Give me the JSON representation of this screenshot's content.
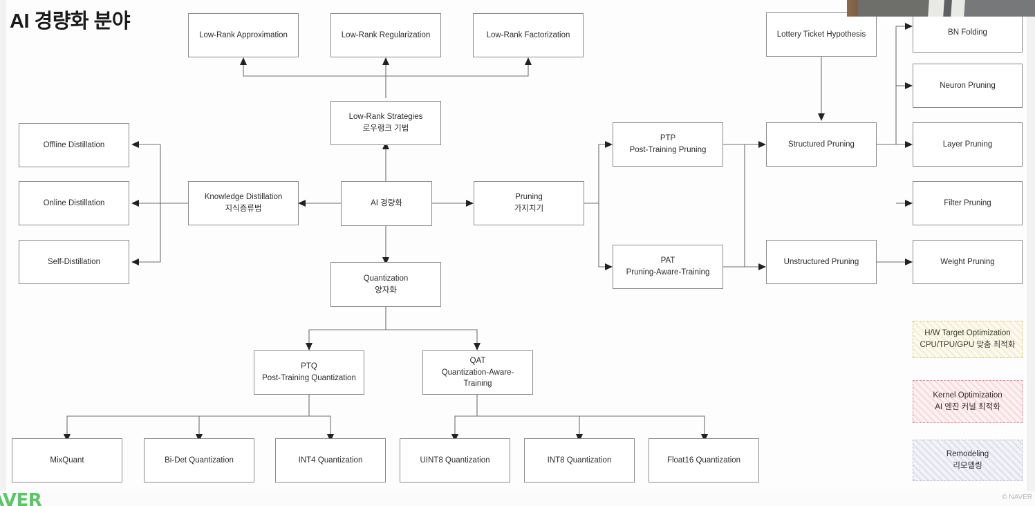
{
  "slide": {
    "title": "AI 경량화 분야",
    "background_color": "#ffffff",
    "node_border_color": "#8a8a8a",
    "connector_color": "#6f6f6f"
  },
  "nodes": {
    "root": {
      "line1": "AI 경량화",
      "line2": ""
    },
    "low_rank_strategies": {
      "line1": "Low-Rank Strategies",
      "line2": "로우랭크 기법"
    },
    "low_rank_approximation": {
      "line1": "Low-Rank Approximation",
      "line2": ""
    },
    "low_rank_regularization": {
      "line1": "Low-Rank Regularization",
      "line2": ""
    },
    "low_rank_factorization": {
      "line1": "Low-Rank Factorization",
      "line2": ""
    },
    "knowledge_distillation": {
      "line1": "Knowledge Distillation",
      "line2": "지식증류법"
    },
    "offline_distillation": {
      "line1": "Offline Distillation",
      "line2": ""
    },
    "online_distillation": {
      "line1": "Online Distillation",
      "line2": ""
    },
    "self_distillation": {
      "line1": "Self-Distillation",
      "line2": ""
    },
    "pruning": {
      "line1": "Pruning",
      "line2": "가지치기"
    },
    "ptp": {
      "line1": "PTP",
      "line2": "Post-Training Pruning"
    },
    "pat": {
      "line1": "PAT",
      "line2": "Pruning-Aware-Training"
    },
    "lottery_ticket_hypothesis": {
      "line1": "Lottery Ticket Hypothesis",
      "line2": ""
    },
    "structured_pruning": {
      "line1": "Structured Pruning",
      "line2": ""
    },
    "unstructured_pruning": {
      "line1": "Unstructured Pruning",
      "line2": ""
    },
    "bn_folding": {
      "line1": "BN Folding",
      "line2": ""
    },
    "neuron_pruning": {
      "line1": "Neuron Pruning",
      "line2": ""
    },
    "layer_pruning": {
      "line1": "Layer Pruning",
      "line2": ""
    },
    "filter_pruning": {
      "line1": "Filter Pruning",
      "line2": ""
    },
    "weight_pruning": {
      "line1": "Weight Pruning",
      "line2": ""
    },
    "quantization": {
      "line1": "Quantization",
      "line2": "양자화"
    },
    "ptq": {
      "line1": "PTQ",
      "line2": "Post-Training Quantization"
    },
    "qat": {
      "line1": "QAT",
      "line2": "Quantization-Aware-",
      "line3": "Training"
    },
    "mixquant": {
      "line1": "MixQuant",
      "line2": ""
    },
    "bidet_quantization": {
      "line1": "Bi-Det Quantization",
      "line2": ""
    },
    "int4_quantization": {
      "line1": "INT4 Quantization",
      "line2": ""
    },
    "uint8_quantization": {
      "line1": "UINT8 Quantization",
      "line2": ""
    },
    "int8_quantization": {
      "line1": "INT8 Quantization",
      "line2": ""
    },
    "float16_quantization": {
      "line1": "Float16 Quantization",
      "line2": ""
    }
  },
  "legend": [
    {
      "key": "hw_target_optimization",
      "line1": "H/W Target Optimization",
      "line2": "CPU/TPU/GPU 맞춤 최적화",
      "border_color": "#d8c88a",
      "fill_color": "#fdfaef"
    },
    {
      "key": "kernel_optimization",
      "line1": "Kernel Optimization",
      "line2": "AI 엔진 커널 최적화",
      "border_color": "#e08a9a",
      "fill_color": "#fdf2f4"
    },
    {
      "key": "remodeling",
      "line1": "Remodeling",
      "line2": "리모델링",
      "border_color": "#b9bdd0",
      "fill_color": "#f4f4f8"
    }
  ],
  "footer": {
    "logo_text": "AVER",
    "logo_color": "#5ec469",
    "copyright": "© NAVER"
  },
  "webcam": {
    "label": "presenter-video-overlay"
  }
}
